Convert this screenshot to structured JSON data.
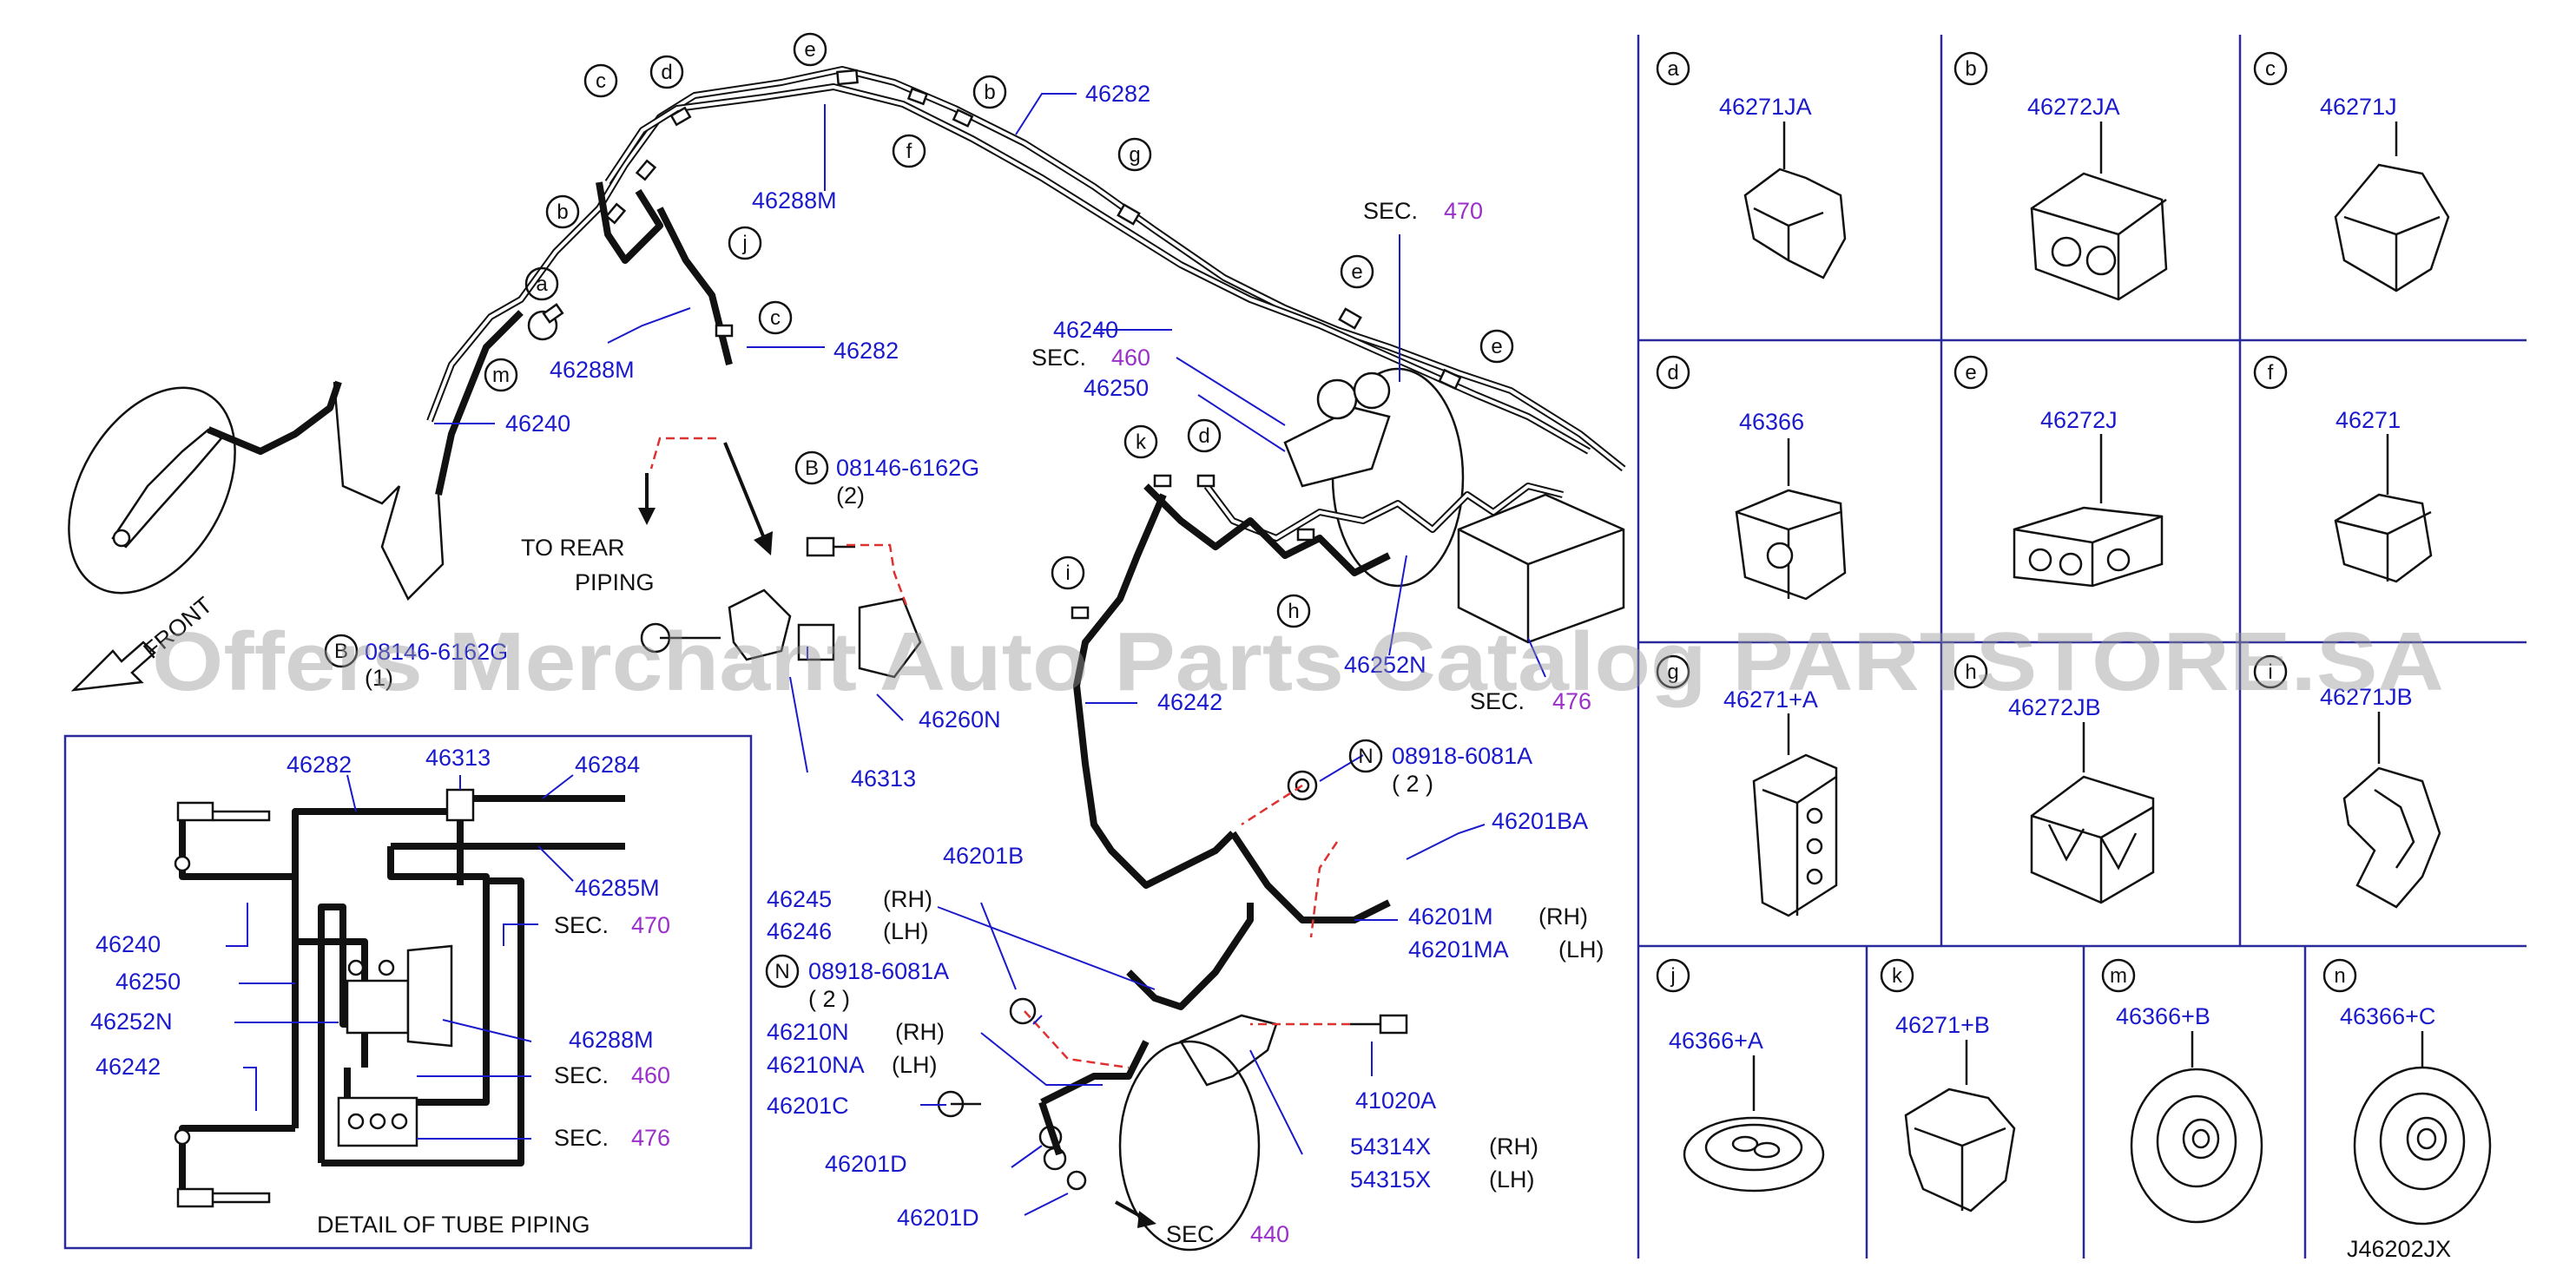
{
  "watermark": "Offers Merchant Auto Parts Catalog PARTSTORE.SA",
  "diagram_code": "J46202JX",
  "colors": {
    "part_number": "#1a1acc",
    "section_number": "#9b2fc9",
    "ink": "#111111",
    "hose_bracket_link": "#e03030",
    "grid": "#2a2a9a"
  },
  "main": {
    "front_label": "FRONT",
    "to_rear": {
      "line1": "TO   REAR",
      "line2": "PIPING"
    },
    "parts": {
      "p46282_top": "46282",
      "p46288m_top": "46288M",
      "p46288m_mid": "46288M",
      "p46282_mid": "46282",
      "p46240_left": "46240",
      "p46240_right": "46240",
      "p46250": "46250",
      "p46252n": "46252N",
      "p46242": "46242",
      "bolt_b": "08146-6162G",
      "bolt_b_qty": "(2)",
      "bolt_b2": "08146-6162G",
      "bolt_b2_qty": "(1)",
      "p46260n": "46260N",
      "p46313": "46313",
      "nut_n1": "08918-6081A",
      "nut_n1_qty": "( 2     )",
      "p46201ba": "46201BA",
      "p46201b": "46201B",
      "p46245": "46245",
      "p46246": "46246",
      "rh1": "(RH)",
      "lh1": "(LH)",
      "nut_n2": "08918-6081A",
      "nut_n2_qty": "( 2    )",
      "p46210n": "46210N",
      "p46210na": "46210NA",
      "rh2": "(RH)",
      "lh2": "(LH)",
      "p46201c": "46201C",
      "p46201d_a": "46201D",
      "p46201d_b": "46201D",
      "p46201m": "46201M",
      "p46201ma": "46201MA",
      "rh3": "(RH)",
      "lh3": "(LH)",
      "p41020a": "41020A",
      "p54314x": "54314X",
      "p54315x": "54315X",
      "rh4": "(RH)",
      "lh4": "(LH)"
    },
    "sections": {
      "sec_prefix": "SEC.",
      "s470": "470",
      "s460": "460",
      "s476": "476",
      "s440": "440"
    },
    "callout_letters": [
      "a",
      "b",
      "c",
      "d",
      "e",
      "f",
      "g",
      "h",
      "i",
      "j",
      "k",
      "m",
      "B",
      "N"
    ]
  },
  "detail": {
    "title": "DETAIL   OF   TUBE   PIPING",
    "parts": {
      "p46282": "46282",
      "p46313": "46313",
      "p46284": "46284",
      "p46285m": "46285M",
      "p46240": "46240",
      "p46250": "46250",
      "p46252n": "46252N",
      "p46242": "46242",
      "p46288m": "46288M"
    },
    "sec_prefix": "SEC.",
    "s470": "470",
    "s460": "460",
    "s476": "476"
  },
  "legend": [
    {
      "letter": "a",
      "part": "46271JA"
    },
    {
      "letter": "b",
      "part": "46272JA"
    },
    {
      "letter": "c",
      "part": "46271J"
    },
    {
      "letter": "d",
      "part": "46366"
    },
    {
      "letter": "e",
      "part": "46272J"
    },
    {
      "letter": "f",
      "part": "46271"
    },
    {
      "letter": "g",
      "part": "46271+A"
    },
    {
      "letter": "h",
      "part": "46272JB"
    },
    {
      "letter": "i",
      "part": "46271JB"
    },
    {
      "letter": "j",
      "part": "46366+A"
    },
    {
      "letter": "k",
      "part": "46271+B"
    },
    {
      "letter": "m",
      "part": "46366+B"
    },
    {
      "letter": "n",
      "part": "46366+C"
    }
  ]
}
